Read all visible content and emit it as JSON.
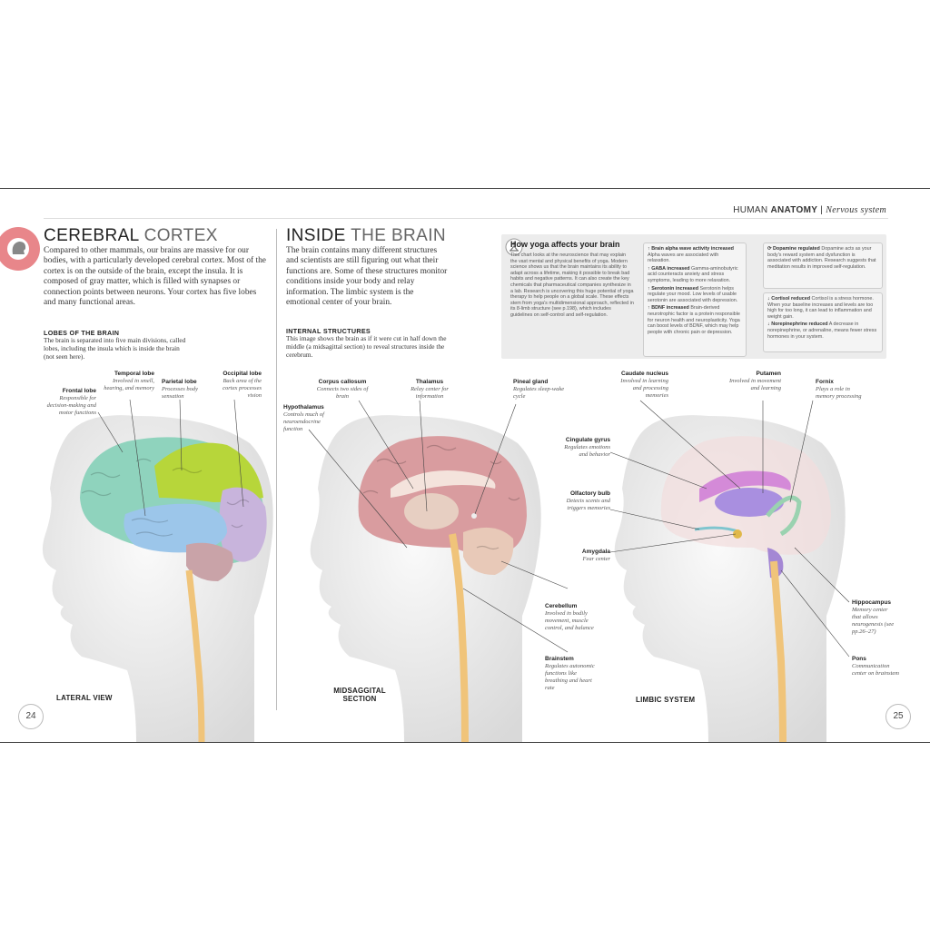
{
  "header": {
    "section_light": "HUMAN",
    "section_bold": "ANATOMY",
    "separator": "|",
    "chapter": "Nervous system"
  },
  "cortex": {
    "title_bold": "CEREBRAL",
    "title_light": "CORTEX",
    "body": "Compared to other mammals, our brains are massive for our bodies, with a particularly developed cerebral cortex. Most of the cortex is on the outside of the brain, except the insula. It is composed of gray matter, which is filled with synapses or connection points between neurons. Your cortex has five lobes and many functional areas.",
    "subhead": "LOBES OF THE BRAIN",
    "subtext": "The brain is separated into five main divisions, called lobes, including the insula which is inside the brain (not seen here).",
    "caption": "LATERAL VIEW",
    "labels": [
      {
        "title": "Frontal lobe",
        "desc": "Responsible for decision-making and motor functions"
      },
      {
        "title": "Temporal lobe",
        "desc": "Involved in smell, hearing, and memory"
      },
      {
        "title": "Parietal lobe",
        "desc": "Processes body sensation"
      },
      {
        "title": "Occipital lobe",
        "desc": "Back area of the cortex processes vision"
      }
    ]
  },
  "inside": {
    "title_bold": "INSIDE",
    "title_light": "THE BRAIN",
    "body": "The brain contains many different structures and scientists are still figuring out what their functions are. Some of these structures monitor conditions inside your body and relay information. The limbic system is the emotional center of your brain.",
    "subhead": "INTERNAL STRUCTURES",
    "subtext": "This image shows the brain as if it were cut in half down the middle (a midsagittal section) to reveal structures inside the cerebrum.",
    "caption_line1": "MIDSAGGITAL",
    "caption_line2": "SECTION",
    "labels": [
      {
        "title": "Corpus callosum",
        "desc": "Connects two sides of brain"
      },
      {
        "title": "Thalamus",
        "desc": "Relay center for information"
      },
      {
        "title": "Pineal gland",
        "desc": "Regulates sleep-wake cycle"
      },
      {
        "title": "Hypothalamus",
        "desc": "Controls much of neuroendocrine function"
      },
      {
        "title": "Cerebellum",
        "desc": "Involved in bodily movement, muscle control, and balance"
      },
      {
        "title": "Brainstem",
        "desc": "Regulates autonomic functions like breathing and heart rate"
      }
    ]
  },
  "limbic": {
    "caption": "LIMBIC SYSTEM",
    "labels": [
      {
        "title": "Caudate nucleus",
        "desc": "Involved in learning and processing memories"
      },
      {
        "title": "Putamen",
        "desc": "Involved in movement and learning"
      },
      {
        "title": "Fornix",
        "desc": "Plays a role in memory processing"
      },
      {
        "title": "Cingulate gyrus",
        "desc": "Regulates emotions and behavior"
      },
      {
        "title": "Olfactory bulb",
        "desc": "Detects scents and triggers memories"
      },
      {
        "title": "Amygdala",
        "desc": "Fear center"
      },
      {
        "title": "Hippocampus",
        "desc": "Memory center that allows neurogenesis (see pp.26–27)"
      },
      {
        "title": "Pons",
        "desc": "Communication center on brainstem"
      }
    ]
  },
  "yoga": {
    "title": "How yoga affects your brain",
    "intro": "This chart looks at the neuroscience that may explain the vast mental and physical benefits of yoga. Modern science shows us that the brain maintains its ability to adapt across a lifetime, making it possible to break bad habits and negative patterns. It can also create the key chemicals that pharmaceutical companies synthesize in a lab. Research is uncovering this huge potential of yoga therapy to help people on a global scale. These effects stem from yoga's multidimensional approach, reflected in its 8-limb structure (see p.198), which includes guidelines on self-control and self-regulation.",
    "box1": [
      {
        "head": "↑ Brain alpha wave activity increased",
        "text": "Alpha waves are associated with relaxation."
      },
      {
        "head": "↑ GABA increased",
        "text": "Gamma-aminobutyric acid counteracts anxiety and stress symptoms, leading to more relaxation."
      },
      {
        "head": "↑ Serotonin increased",
        "text": "Serotonin helps regulate your mood. Low levels of usable serotonin are associated with depression."
      },
      {
        "head": "↑ BDNF increased",
        "text": "Brain-derived neurotrophic factor is a protein responsible for neuron health and neuroplasticity. Yoga can boost levels of BDNF, which may help people with chronic pain or depression."
      }
    ],
    "box2": [
      {
        "head": "⟳ Dopamine regulated",
        "text": "Dopamine acts as your body's reward system and dysfunction is associated with addiction. Research suggests that meditation results in improved self-regulation."
      }
    ],
    "box3": [
      {
        "head": "↓ Cortisol reduced",
        "text": "Cortisol is a stress hormone. When your baseline increases and levels are too high for too long, it can lead to inflammation and weight gain."
      },
      {
        "head": "↓ Norepinephrine reduced",
        "text": "A decrease in norepinephrine, or adrenaline, means fewer stress hormones in your system."
      }
    ]
  },
  "pages": {
    "left": "24",
    "right": "25"
  },
  "colors": {
    "accent": "#e8868a",
    "frontal": "#8fd3bd",
    "parietal": "#b7d63a",
    "temporal": "#9cc6ea",
    "occipital": "#c8b4dc",
    "cerebellum": "#c9a3a8",
    "section": "#d99c9f",
    "spine": "#f0c47a",
    "head": "#e9e9e9"
  }
}
